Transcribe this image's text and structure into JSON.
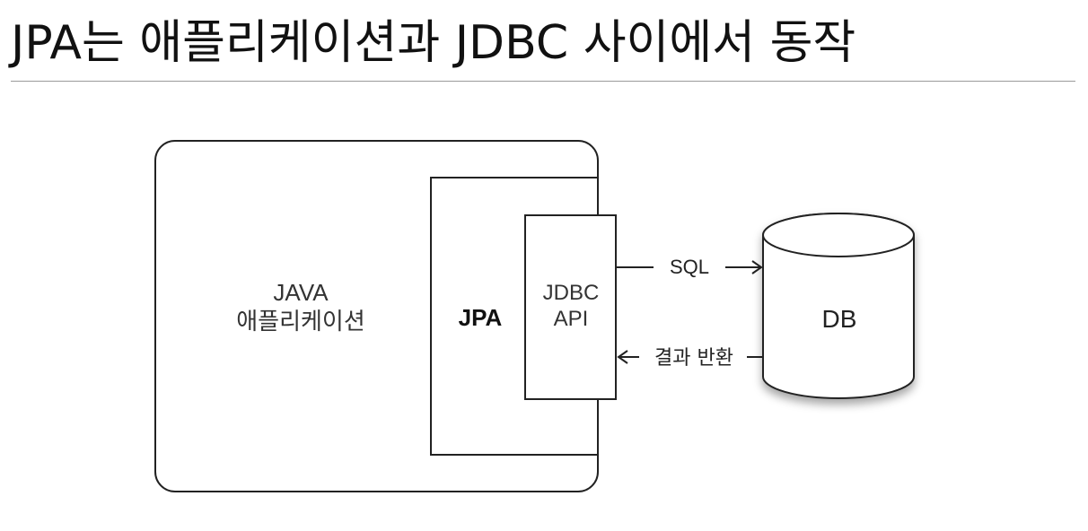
{
  "title": "JPA는 애플리케이션과 JDBC 사이에서 동작",
  "diagram": {
    "java_app": {
      "line1": "JAVA",
      "line2": "애플리케이션"
    },
    "jpa": {
      "label": "JPA"
    },
    "jdbc_api": {
      "line1": "JDBC",
      "line2": "API"
    },
    "db": {
      "label": "DB"
    },
    "arrows": {
      "request": "SQL",
      "response": "결과 반환"
    }
  }
}
